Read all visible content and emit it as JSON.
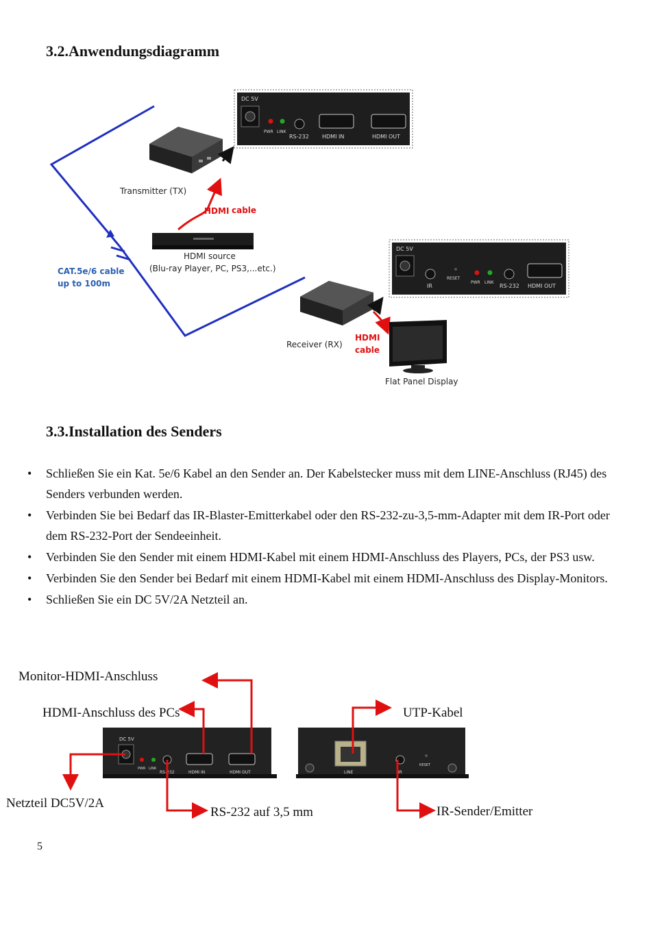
{
  "section_heading_1": "3.2.Anwendungsdiagramm",
  "section_heading_2": "3.3.Installation des Senders",
  "diagram": {
    "tx_panel": {
      "dc": "DC 5V",
      "pwr": "PWR",
      "link": "LINK",
      "rs232": "RS-232",
      "hdmi_in": "HDMI IN",
      "hdmi_out": "HDMI OUT"
    },
    "rx_panel": {
      "dc": "DC 5V",
      "ir": "IR",
      "reset": "RESET",
      "pwr": "PWR",
      "link": "LINK",
      "rs232": "RS-232",
      "hdmi_out": "HDMI OUT"
    },
    "transmitter": "Transmitter (TX)",
    "hdmi_cable_top_1": "HDMI",
    "hdmi_cable_top_2": "cable",
    "hdmi_source": "HDMI source",
    "hdmi_source_examples": "(Blu-ray Player, PC, PS3,...etc.)",
    "cat_cable_1": "CAT.5e/6 cable",
    "cat_cable_2": "up to 100m",
    "receiver": "Receiver (RX)",
    "hdmi_cable_bottom_1": "HDMI",
    "hdmi_cable_bottom_2": "cable",
    "display": "Flat Panel Display"
  },
  "bullets": [
    "Schließen Sie ein Kat. 5e/6 Kabel an den Sender an. Der Kabelstecker muss mit dem LINE-Anschluss (RJ45) des Senders verbunden werden.",
    "Verbinden Sie bei Bedarf das IR-Blaster-Emitterkabel oder den RS-232-zu-3,5-mm-Adapter mit dem IR-Port oder dem RS-232-Port der Sendeeinheit.",
    "Verbinden Sie den Sender mit einem HDMI-Kabel mit einem HDMI-Anschluss des Players, PCs, der PS3 usw.",
    "Verbinden Sie den Sender bei Bedarf mit einem HDMI-Kabel mit einem HDMI-Anschluss des Display-Monitors.",
    "Schließen Sie ein DC 5V/2A Netzteil an."
  ],
  "port_labels": {
    "monitor_hdmi": "Monitor-HDMI-Anschluss",
    "pc_hdmi": "HDMI-Anschluss des PCs",
    "utp": "UTP-Kabel",
    "power": "Netzteil DC5V/2A",
    "rs232": "RS-232 auf 3,5 mm",
    "ir": "IR-Sender/Emitter"
  },
  "front_panel": {
    "dc": "DC 5V",
    "pwr": "PWR",
    "link": "LINK",
    "rs232": "RS-232",
    "hdmi_in": "HDMI IN",
    "hdmi_out": "HDMI OUT"
  },
  "back_panel": {
    "line": "LINE",
    "ir": "IR",
    "reset": "RESET"
  },
  "page_number": "5",
  "colors": {
    "blue_line": "#1f2fbf",
    "red_arrow": "#e01010",
    "device_dark": "#2a2a2a",
    "panel_bg": "#1c1c1c"
  }
}
